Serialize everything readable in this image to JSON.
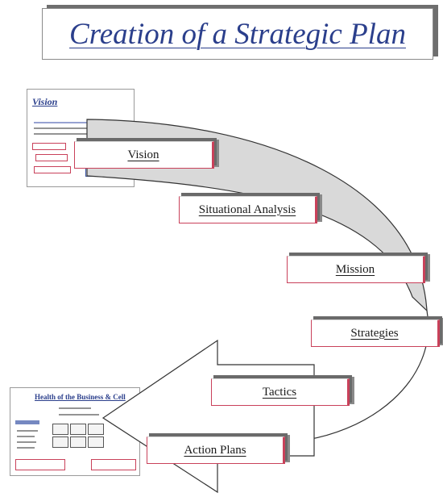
{
  "title": "Creation of a Strategic Plan",
  "steps": [
    {
      "label": "Vision"
    },
    {
      "label": "Situational Analysis"
    },
    {
      "label": "Mission"
    },
    {
      "label": "Strategies"
    },
    {
      "label": "Tactics"
    },
    {
      "label": "Action Plans"
    }
  ],
  "thumbnails": {
    "vision": {
      "title": "Vision"
    },
    "health": {
      "title": "Health of the Business & Cell"
    }
  },
  "colors": {
    "title_text": "#2b3f8c",
    "box_border": "#c9415a",
    "shadow": "#6a6a6a",
    "ribbon_fill": "#d9d9d9"
  }
}
